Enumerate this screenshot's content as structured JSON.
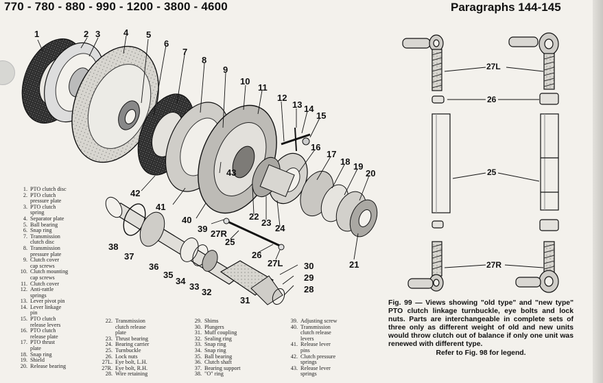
{
  "header": {
    "left_title": "770 - 780 - 880 - 990 - 1200 - 3800 - 4600",
    "right_title": "Paragraphs 144-145"
  },
  "exploded_view": {
    "callouts": [
      {
        "id": "c1",
        "label": "1"
      },
      {
        "id": "c2",
        "label": "2"
      },
      {
        "id": "c3",
        "label": "3"
      },
      {
        "id": "c4",
        "label": "4"
      },
      {
        "id": "c5",
        "label": "5"
      },
      {
        "id": "c6",
        "label": "6"
      },
      {
        "id": "c7",
        "label": "7"
      },
      {
        "id": "c8",
        "label": "8"
      },
      {
        "id": "c9",
        "label": "9"
      },
      {
        "id": "c10",
        "label": "10"
      },
      {
        "id": "c11",
        "label": "11"
      },
      {
        "id": "c12",
        "label": "12"
      },
      {
        "id": "c13",
        "label": "13"
      },
      {
        "id": "c14",
        "label": "14"
      },
      {
        "id": "c15",
        "label": "15"
      },
      {
        "id": "c16",
        "label": "16"
      },
      {
        "id": "c17",
        "label": "17"
      },
      {
        "id": "c18",
        "label": "18"
      },
      {
        "id": "c19",
        "label": "19"
      },
      {
        "id": "c20",
        "label": "20"
      },
      {
        "id": "c21",
        "label": "21"
      },
      {
        "id": "c22",
        "label": "22"
      },
      {
        "id": "c23",
        "label": "23"
      },
      {
        "id": "c24",
        "label": "24"
      },
      {
        "id": "c25",
        "label": "25"
      },
      {
        "id": "c26",
        "label": "26"
      },
      {
        "id": "c27L",
        "label": "27L"
      },
      {
        "id": "c27R",
        "label": "27R"
      },
      {
        "id": "c28",
        "label": "28"
      },
      {
        "id": "c29",
        "label": "29"
      },
      {
        "id": "c30",
        "label": "30"
      },
      {
        "id": "c31",
        "label": "31"
      },
      {
        "id": "c32",
        "label": "32"
      },
      {
        "id": "c33",
        "label": "33"
      },
      {
        "id": "c34",
        "label": "34"
      },
      {
        "id": "c35",
        "label": "35"
      },
      {
        "id": "c36",
        "label": "36"
      },
      {
        "id": "c37",
        "label": "37"
      },
      {
        "id": "c38",
        "label": "38"
      },
      {
        "id": "c39",
        "label": "39"
      },
      {
        "id": "c40",
        "label": "40"
      },
      {
        "id": "c41",
        "label": "41"
      },
      {
        "id": "c42",
        "label": "42"
      },
      {
        "id": "c43",
        "label": "43"
      }
    ]
  },
  "legend": {
    "col1": [
      {
        "n": "1.",
        "t": "PTO clutch disc"
      },
      {
        "n": "2.",
        "t": "PTO clutch"
      },
      {
        "n": "",
        "t": "pressure plate"
      },
      {
        "n": "3.",
        "t": "PTO clutch"
      },
      {
        "n": "",
        "t": "spring"
      },
      {
        "n": "4.",
        "t": "Separator plate"
      },
      {
        "n": "5.",
        "t": "Ball bearing"
      },
      {
        "n": "6.",
        "t": "Snap ring"
      },
      {
        "n": "7.",
        "t": "Transmission"
      },
      {
        "n": "",
        "t": "clutch disc"
      },
      {
        "n": "8.",
        "t": "Transmission"
      },
      {
        "n": "",
        "t": "pressure plate"
      },
      {
        "n": "9.",
        "t": "Clutch cover"
      },
      {
        "n": "",
        "t": "cap screws"
      },
      {
        "n": "10.",
        "t": "Clutch mounting"
      },
      {
        "n": "",
        "t": "cap screws"
      },
      {
        "n": "11.",
        "t": "Clutch cover"
      },
      {
        "n": "12.",
        "t": "Anti-rattle"
      },
      {
        "n": "",
        "t": "springs"
      },
      {
        "n": "13.",
        "t": "Lever pivot pin"
      },
      {
        "n": "14.",
        "t": "Lever linkage"
      },
      {
        "n": "",
        "t": "pin"
      },
      {
        "n": "15.",
        "t": "PTO clutch"
      },
      {
        "n": "",
        "t": "release levers"
      },
      {
        "n": "16.",
        "t": "PTO clutch"
      },
      {
        "n": "",
        "t": "release plate"
      },
      {
        "n": "17.",
        "t": "PTO thrust"
      },
      {
        "n": "",
        "t": "plate"
      },
      {
        "n": "18.",
        "t": "Snap ring"
      },
      {
        "n": "19.",
        "t": "Shield"
      },
      {
        "n": "20.",
        "t": "Release bearing"
      }
    ],
    "col2": [
      {
        "n": "22.",
        "t": "Transmission"
      },
      {
        "n": "",
        "t": "clutch release"
      },
      {
        "n": "",
        "t": "plate"
      },
      {
        "n": "23.",
        "t": "Thrust bearing"
      },
      {
        "n": "24.",
        "t": "Bearing carrier"
      },
      {
        "n": "25.",
        "t": "Turnbuckle"
      },
      {
        "n": "26.",
        "t": "Lock nuts"
      },
      {
        "n": "27L.",
        "t": "Eye bolt, L.H."
      },
      {
        "n": "27R.",
        "t": "Eye bolt, R.H."
      },
      {
        "n": "28.",
        "t": "Wire retaining"
      }
    ],
    "col3": [
      {
        "n": "29.",
        "t": "Shims"
      },
      {
        "n": "30.",
        "t": "Plungers"
      },
      {
        "n": "31.",
        "t": "Muff coupling"
      },
      {
        "n": "32.",
        "t": "Sealing ring"
      },
      {
        "n": "33.",
        "t": "Snap ring"
      },
      {
        "n": "34.",
        "t": "Snap ring"
      },
      {
        "n": "35.",
        "t": "Ball bearing"
      },
      {
        "n": "36.",
        "t": "Clutch shaft"
      },
      {
        "n": "37.",
        "t": "Bearing support"
      },
      {
        "n": "38.",
        "t": "\"O\" ring"
      }
    ],
    "col4": [
      {
        "n": "39.",
        "t": "Adjusting screw"
      },
      {
        "n": "40.",
        "t": "Transmission"
      },
      {
        "n": "",
        "t": "clutch release"
      },
      {
        "n": "",
        "t": "levers"
      },
      {
        "n": "41.",
        "t": "Release lever"
      },
      {
        "n": "",
        "t": "pins"
      },
      {
        "n": "42.",
        "t": "Clutch pressure"
      },
      {
        "n": "",
        "t": "springs"
      },
      {
        "n": "43.",
        "t": "Release lever"
      },
      {
        "n": "",
        "t": "springs"
      }
    ]
  },
  "turnbuckle_figure": {
    "label_27L": "27L",
    "label_26": "26",
    "label_25": "25",
    "label_27R": "27R"
  },
  "caption": {
    "text": "Fig. 99 — Views showing \"old type\" and \"new type\" PTO clutch linkage turnbuckle, eye bolts and lock nuts. Parts are interchangeable in complete sets of three only as different weight of old and new units would throw clutch out of balance if only one unit was renewed with different type.",
    "refer": "Refer to Fig. 98 for legend."
  }
}
